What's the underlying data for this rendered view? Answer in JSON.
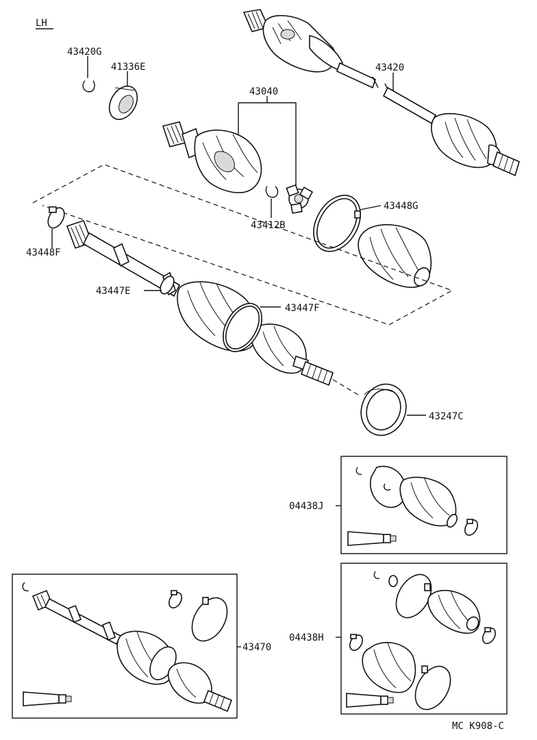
{
  "header": {
    "side": "LH"
  },
  "footer": {
    "code": "MC K908-C"
  },
  "labels": {
    "p43420G": "43420G",
    "p41336E": "41336E",
    "p43420": "43420",
    "p43040": "43040",
    "p43448G": "43448G",
    "p43412B": "43412B",
    "p43448F": "43448F",
    "p43447E": "43447E",
    "p43447F": "43447F",
    "p43247C": "43247C",
    "p04438J": "04438J",
    "p04438H": "04438H",
    "p43470": "43470"
  }
}
